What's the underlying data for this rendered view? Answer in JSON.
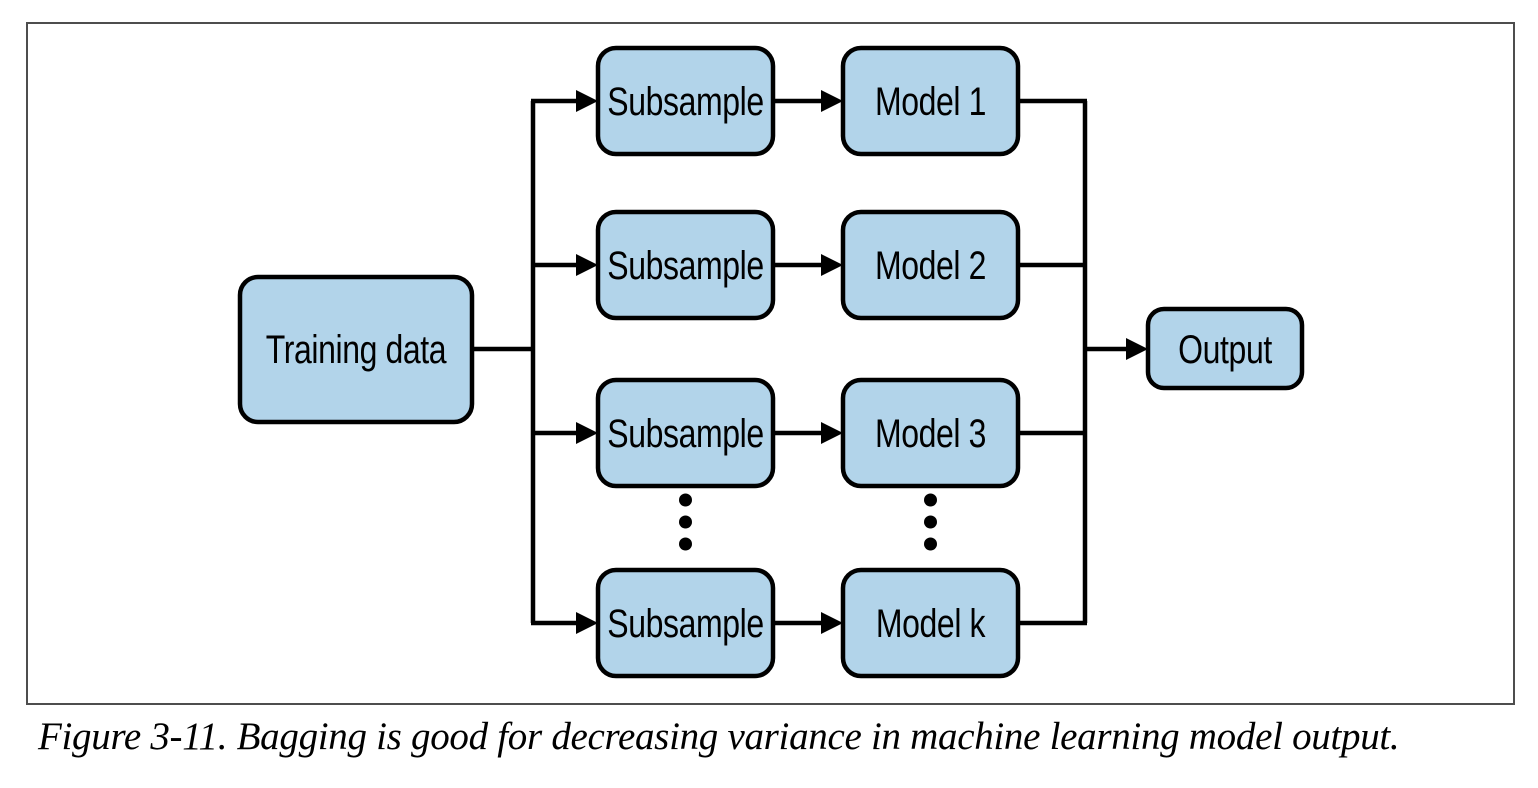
{
  "figure": {
    "caption": "Figure 3-11. Bagging is good for decreasing variance in machine learning model output."
  },
  "colors": {
    "box_fill": "#b2d4ea",
    "box_stroke": "#000000",
    "connector": "#000000",
    "frame_border": "#4d4d4d",
    "background": "#ffffff",
    "text": "#000000"
  },
  "diagram": {
    "type": "flowchart",
    "training_box": "Training data",
    "rows": [
      {
        "subsample": "Subsample",
        "model": "Model 1"
      },
      {
        "subsample": "Subsample",
        "model": "Model 2"
      },
      {
        "subsample": "Subsample",
        "model": "Model 3"
      },
      {
        "subsample": "Subsample",
        "model": "Model k"
      }
    ],
    "ellipsis": "vertical-dots-between-row-3-and-row-k",
    "output_box": "Output"
  }
}
